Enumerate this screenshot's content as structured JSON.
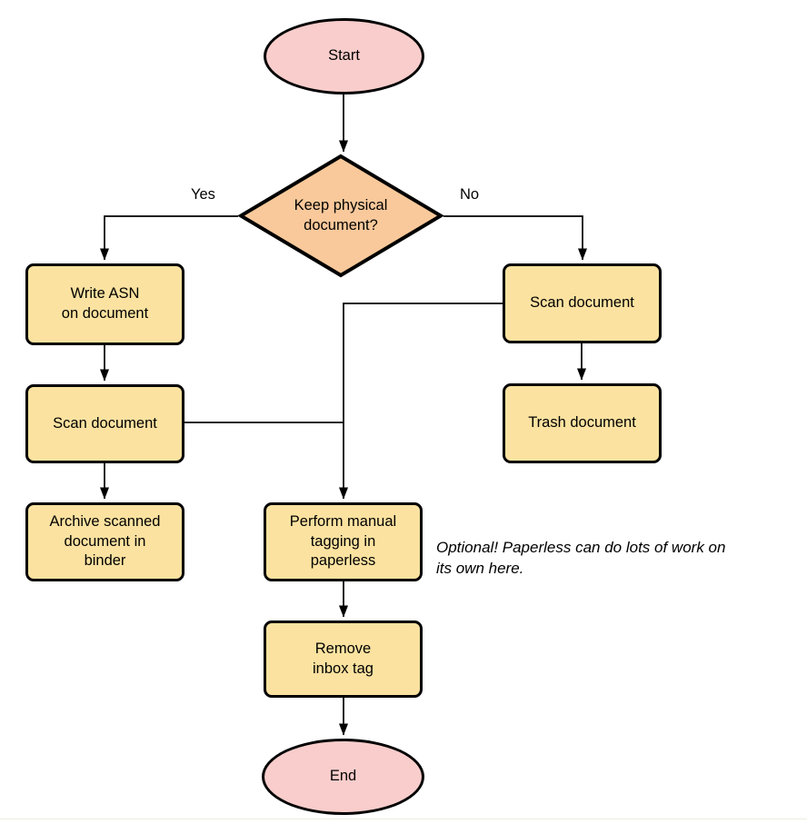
{
  "diagram": {
    "type": "flowchart",
    "colors": {
      "terminal_fill": "#F8CDCB",
      "decision_fill": "#F9C99B",
      "process_fill": "#FBE2A0",
      "stroke": "#000000",
      "background": "#FFFFFF"
    },
    "nodes": {
      "start": {
        "type": "terminal",
        "label": "Start"
      },
      "decision": {
        "type": "decision",
        "label": "Keep physical\ndocument?"
      },
      "write_asn": {
        "type": "process",
        "label": "Write ASN\non document"
      },
      "scan_left": {
        "type": "process",
        "label": "Scan document"
      },
      "archive": {
        "type": "process",
        "label": "Archive scanned\ndocument in\nbinder"
      },
      "scan_right": {
        "type": "process",
        "label": "Scan document"
      },
      "trash": {
        "type": "process",
        "label": "Trash document"
      },
      "tagging": {
        "type": "process",
        "label": "Perform manual\ntagging in\npaperless"
      },
      "remove_inbox": {
        "type": "process",
        "label": "Remove\ninbox tag"
      },
      "end": {
        "type": "terminal",
        "label": "End"
      }
    },
    "edges": {
      "yes_label": "Yes",
      "no_label": "No",
      "list": [
        "start -> decision",
        "decision -yes-> write_asn",
        "decision -no-> scan_right",
        "write_asn -> scan_left",
        "scan_left -> archive",
        "scan_right -> trash",
        "scan_right -> tagging",
        "scan_left -> tagging",
        "tagging -> remove_inbox",
        "remove_inbox -> end"
      ]
    },
    "note": "Optional! Paperless can do lots of work on\nits own here."
  }
}
